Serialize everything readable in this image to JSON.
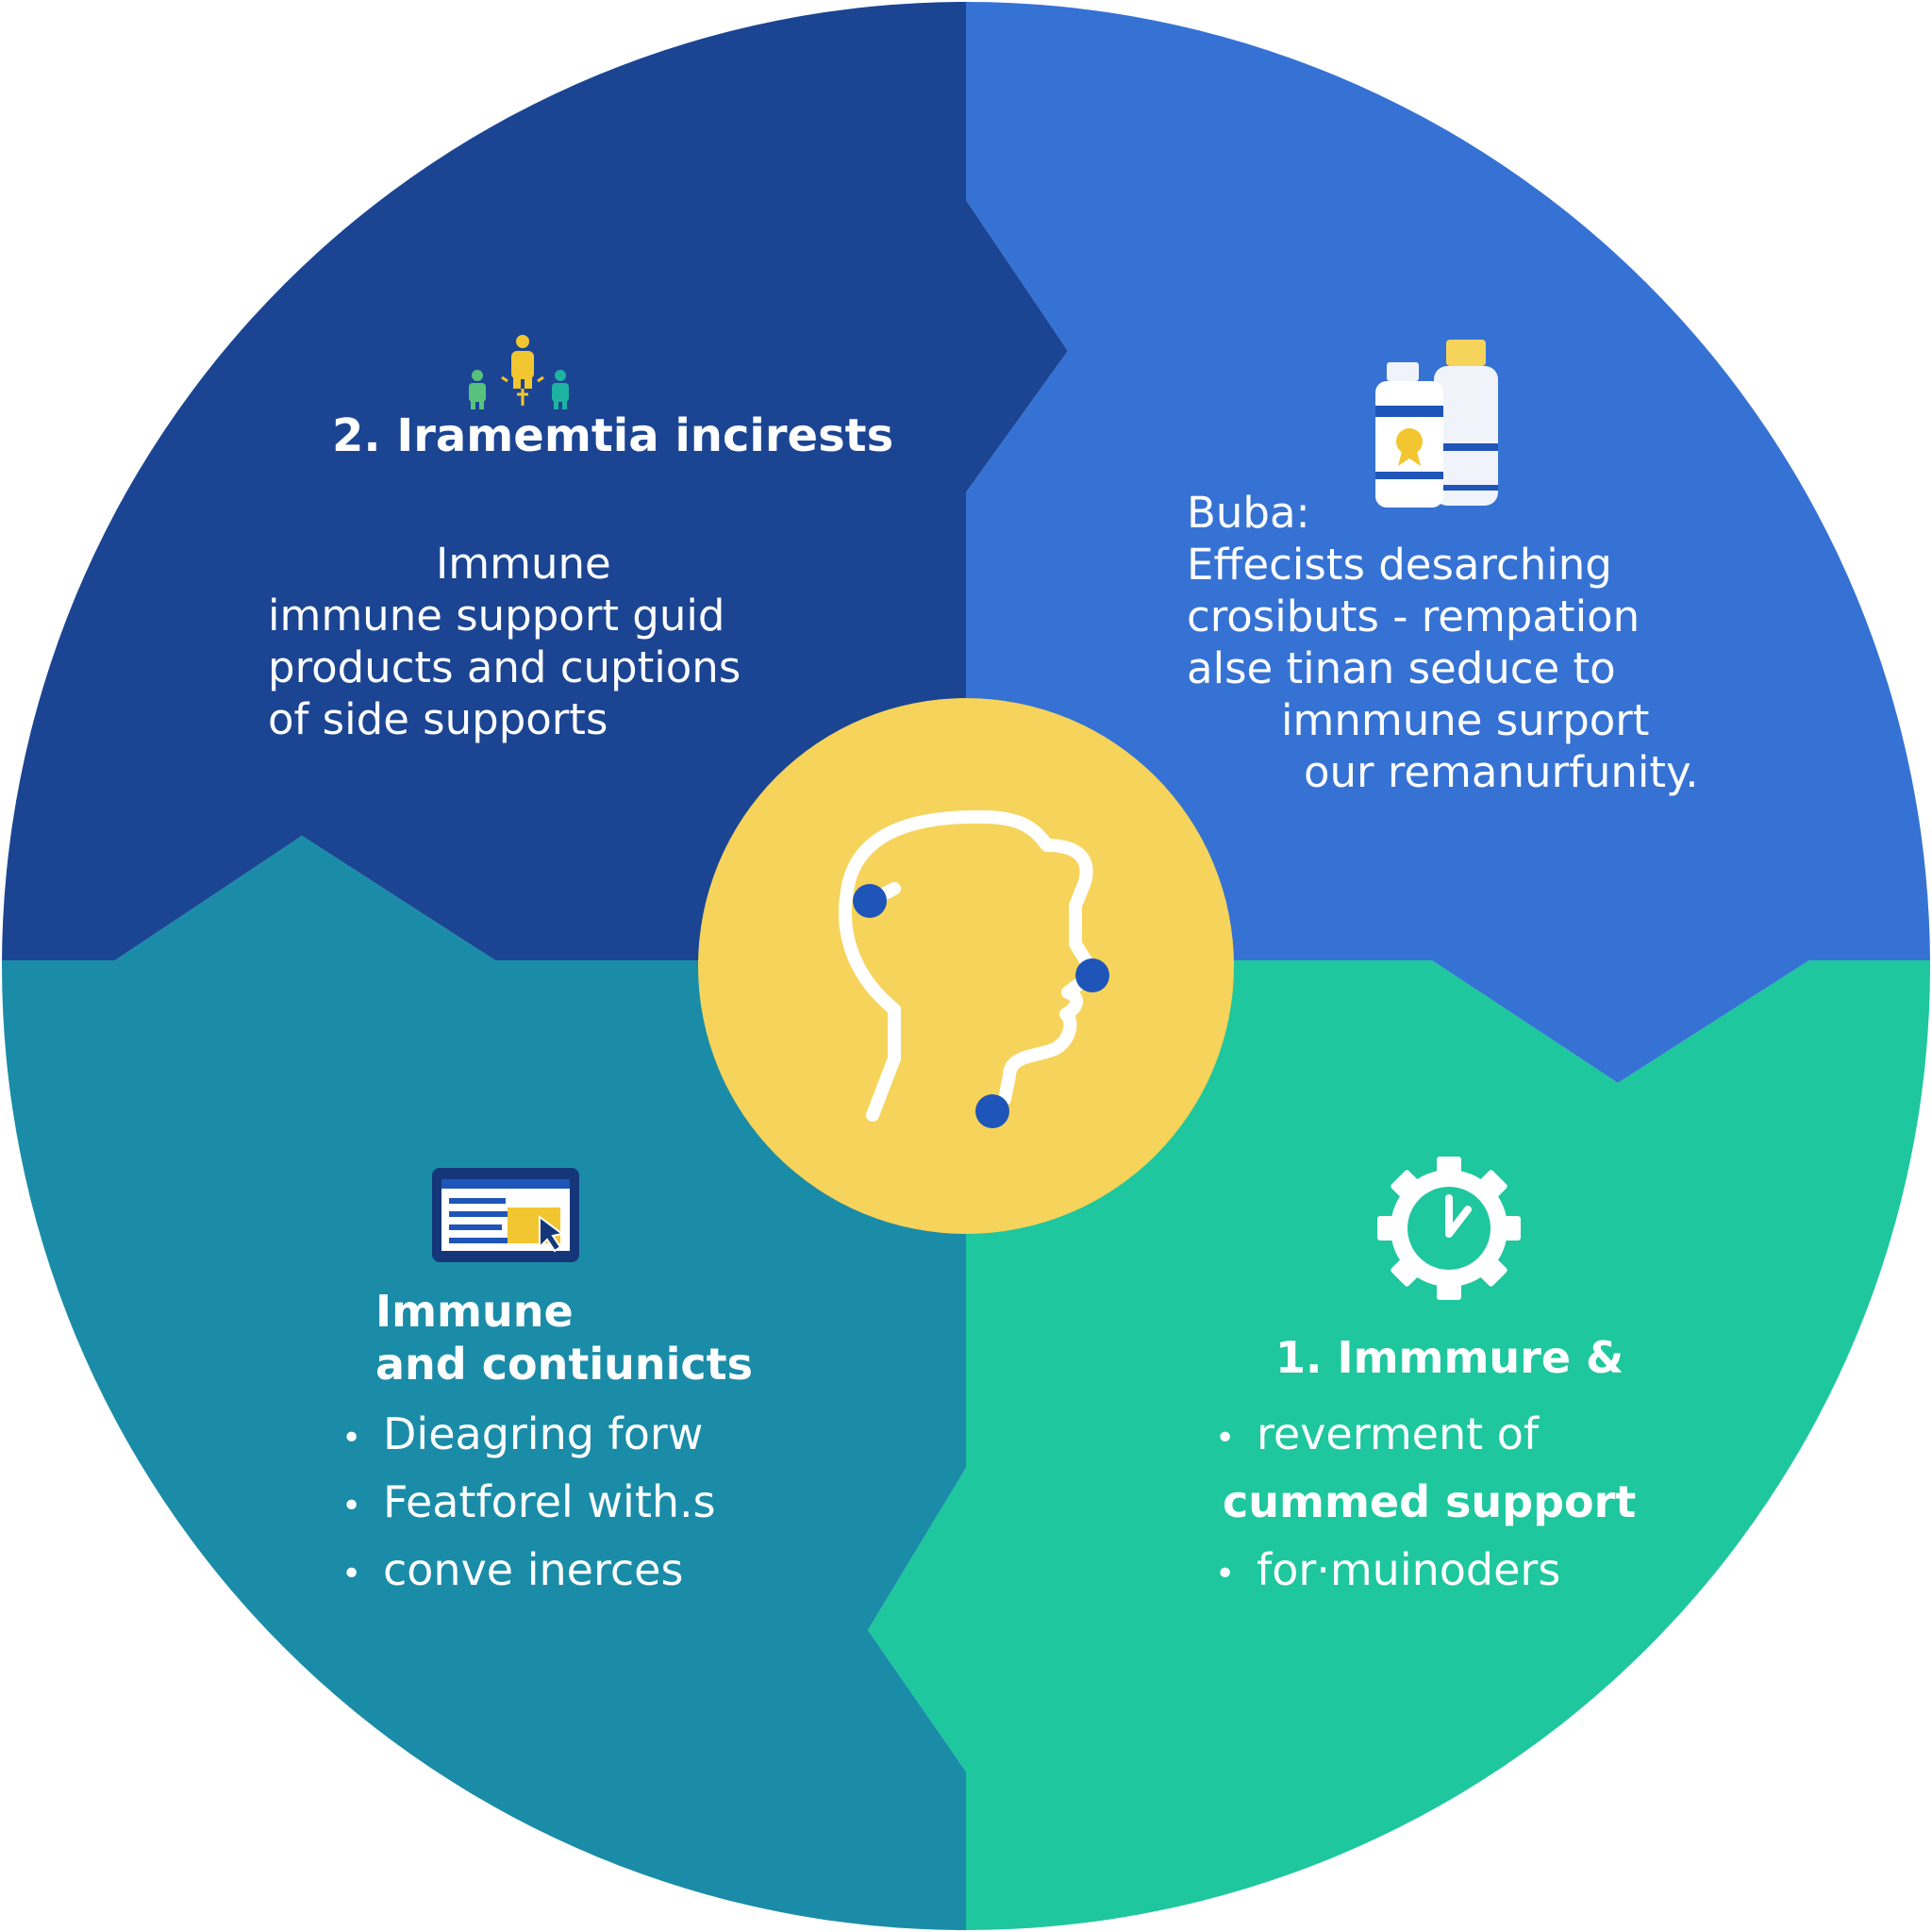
{
  "colors": {
    "top_left": "#1b4593",
    "top_right": "#3572d4",
    "bottom_left": "#1a8ca8",
    "bottom_right": "#1ec79e",
    "center": "#f6d35a",
    "dot": "#1f55b8",
    "accent_yellow": "#f2c630",
    "icon_green": "#58c27c",
    "icon_teal": "#1eb3a1"
  },
  "quadrants": {
    "top_left": {
      "icon": "people-icon",
      "title": "2.  Iramemtia incirests",
      "lines": [
        "Immune",
        "immune support guid",
        "products and cuptions",
        "of side supports"
      ]
    },
    "top_right": {
      "icon": "bottles-icon",
      "lines": [
        "Buba:",
        "Effecists desarching",
        "crosibuts - rempation",
        "alse tinan seduce to",
        "imnmune surport",
        "our remanurfunity."
      ]
    },
    "bottom_left": {
      "icon": "browser-window-icon",
      "title_lines": [
        "Immune",
        "and contiunicts"
      ],
      "bullets": [
        "Dieagring forw",
        "Featforel with.s",
        "conve inerces"
      ]
    },
    "bottom_right": {
      "icon": "gear-clock-icon",
      "title": "1. Immmure &",
      "items": [
        {
          "bullet": "•",
          "text": "reverment of"
        },
        {
          "bullet": "",
          "text": "cummed support"
        },
        {
          "bullet": "•",
          "text": "for·muinoders"
        }
      ]
    }
  },
  "center": {
    "icon": "head-profile-icon"
  }
}
